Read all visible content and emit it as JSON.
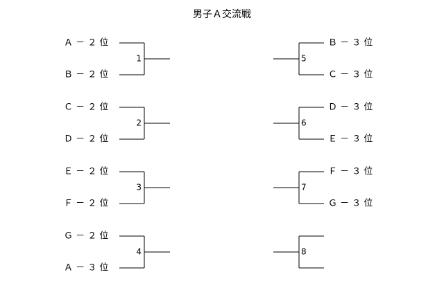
{
  "title": "男子Ａ交流戦",
  "left_matches": [
    {
      "number": "1",
      "top": "Ａ － ２ 位",
      "bottom": "Ｂ － ２ 位"
    },
    {
      "number": "2",
      "top": "Ｃ － ２ 位",
      "bottom": "Ｄ － ２ 位"
    },
    {
      "number": "3",
      "top": "Ｅ － ２ 位",
      "bottom": "Ｆ － ２ 位"
    },
    {
      "number": "4",
      "top": "Ｇ － ２ 位",
      "bottom": "Ａ － ３ 位"
    }
  ],
  "right_matches": [
    {
      "number": "5",
      "top": "Ｂ － ３ 位",
      "bottom": "Ｃ － ３ 位"
    },
    {
      "number": "6",
      "top": "Ｄ － ３ 位",
      "bottom": "Ｅ － ３ 位"
    },
    {
      "number": "7",
      "top": "Ｆ － ３ 位",
      "bottom": "Ｇ － ３ 位"
    },
    {
      "number": "8",
      "top": "",
      "bottom": ""
    }
  ]
}
